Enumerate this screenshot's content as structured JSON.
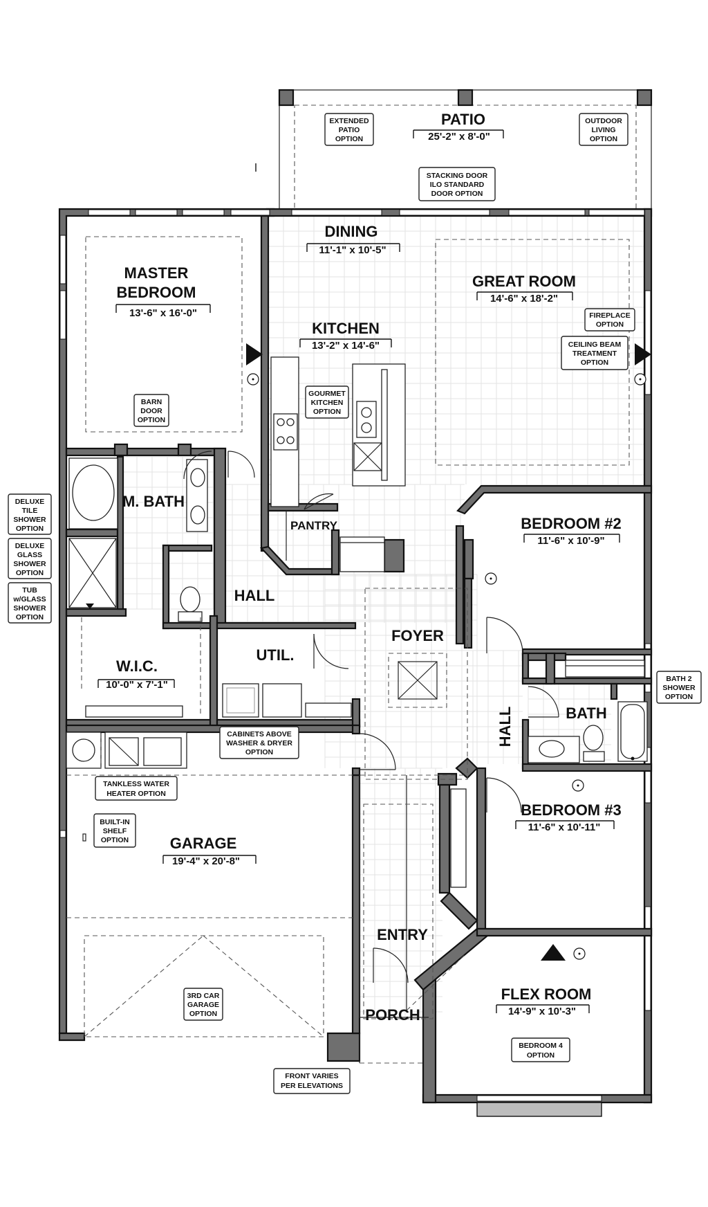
{
  "rooms": {
    "patio": {
      "name": "PATIO",
      "dims": "25'-2\" x 8'-0\""
    },
    "dining": {
      "name": "DINING",
      "dims": "11'-1\" x 10'-5\""
    },
    "great_room": {
      "name": "GREAT ROOM",
      "dims": "14'-6\" x 18'-2\""
    },
    "master_bedroom": {
      "name_line1": "MASTER",
      "name_line2": "BEDROOM",
      "dims": "13'-6\" x 16'-0\""
    },
    "kitchen": {
      "name": "KITCHEN",
      "dims": "13'-2\" x 14'-6\""
    },
    "pantry": {
      "name": "PANTRY"
    },
    "m_bath": {
      "name": "M. BATH"
    },
    "hall_left": {
      "name": "HALL"
    },
    "bedroom2": {
      "name": "BEDROOM #2",
      "dims": "11'-6\" x 10'-9\""
    },
    "foyer": {
      "name": "FOYER"
    },
    "util": {
      "name": "UTIL."
    },
    "wic": {
      "name": "W.I.C.",
      "dims": "10'-0\" x 7'-1\""
    },
    "hall_right": {
      "name": "HALL"
    },
    "bath": {
      "name": "BATH"
    },
    "bedroom3": {
      "name": "BEDROOM #3",
      "dims": "11'-6\" x 10'-11\""
    },
    "garage": {
      "name": "GARAGE",
      "dims": "19'-4\" x 20'-8\""
    },
    "entry": {
      "name": "ENTRY"
    },
    "flex_room": {
      "name": "FLEX ROOM",
      "dims": "14'-9\" x 10'-3\""
    },
    "porch": {
      "name": "PORCH"
    }
  },
  "options": {
    "extended_patio": [
      "EXTENDED",
      "PATIO",
      "OPTION"
    ],
    "outdoor_living": [
      "OUTDOOR",
      "LIVING",
      "OPTION"
    ],
    "stacking_door": [
      "STACKING DOOR",
      "ILO STANDARD",
      "DOOR OPTION"
    ],
    "fireplace": [
      "FIREPLACE",
      "OPTION"
    ],
    "ceiling_beam": [
      "CEILING BEAM",
      "TREATMENT",
      "OPTION"
    ],
    "gourmet_kitchen": [
      "GOURMET",
      "KITCHEN",
      "OPTION"
    ],
    "barn_door": [
      "BARN",
      "DOOR",
      "OPTION"
    ],
    "deluxe_tile_shower": [
      "DELUXE",
      "TILE",
      "SHOWER",
      "OPTION"
    ],
    "deluxe_glass_shower": [
      "DELUXE",
      "GLASS",
      "SHOWER",
      "OPTION"
    ],
    "tub_glass_shower": [
      "TUB",
      "w/GLASS",
      "SHOWER",
      "OPTION"
    ],
    "bath2_shower": [
      "BATH 2",
      "SHOWER",
      "OPTION"
    ],
    "cabinets_above": [
      "CABINETS ABOVE",
      "WASHER & DRYER",
      "OPTION"
    ],
    "tankless_water": [
      "TANKLESS WATER",
      "HEATER OPTION"
    ],
    "built_in_shelf": [
      "BUILT-IN",
      "SHELF",
      "OPTION"
    ],
    "third_car_garage": [
      "3RD CAR",
      "GARAGE",
      "OPTION"
    ],
    "bedroom4": [
      "BEDROOM 4",
      "OPTION"
    ],
    "front_varies": [
      "FRONT VARIES",
      "PER ELEVATIONS"
    ]
  }
}
